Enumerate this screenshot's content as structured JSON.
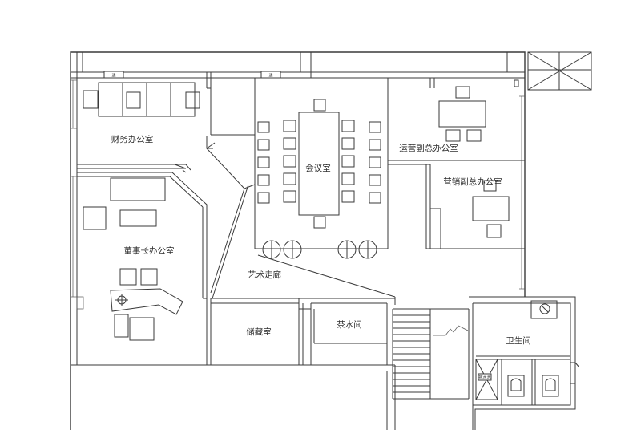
{
  "rooms": {
    "finance_office": "财务办公室",
    "meeting_room": "会议室",
    "ops_vp_office": "运营副总办公室",
    "sales_vp_office": "营销副总办公室",
    "chairman_office": "董事长办公室",
    "art_corridor": "艺术走廊",
    "storage_room": "储藏室",
    "tea_room": "茶水间",
    "restroom": "卫生间"
  },
  "tags": {
    "ac_unit_left": "通",
    "ac_unit_right": "通",
    "mop_sink": "拖水池"
  },
  "colors": {
    "line": "#3a3a3a",
    "background": "#ffffff"
  }
}
